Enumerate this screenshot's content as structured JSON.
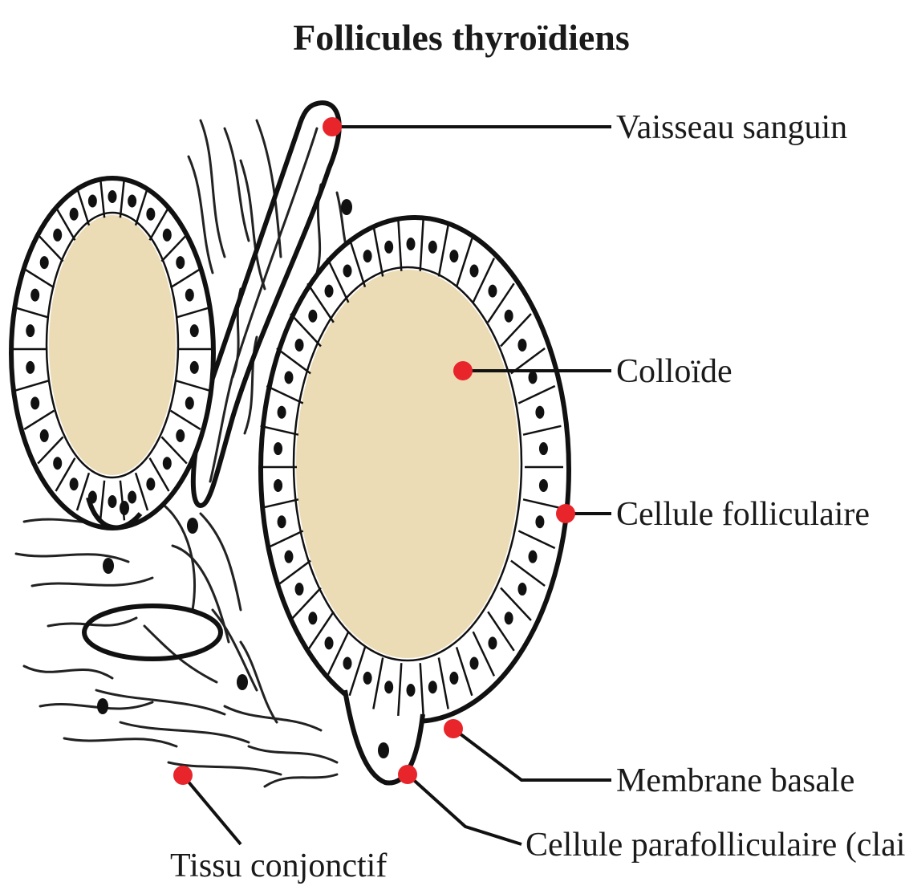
{
  "title": "Follicules thyroïdiens",
  "labels": {
    "vaisseau": "Vaisseau sanguin",
    "colloide": "Colloïde",
    "cellule_folliculaire": "Cellule folliculaire",
    "membrane_basale": "Membrane basale",
    "cellule_parafolliculaire": "Cellule parafolliculaire (claire)",
    "tissu_conjonctif": "Tissu conjonctif"
  },
  "colors": {
    "colloid": "#ecdcb6",
    "marker": "#e8252b",
    "outline": "#111111",
    "background": "#ffffff"
  }
}
